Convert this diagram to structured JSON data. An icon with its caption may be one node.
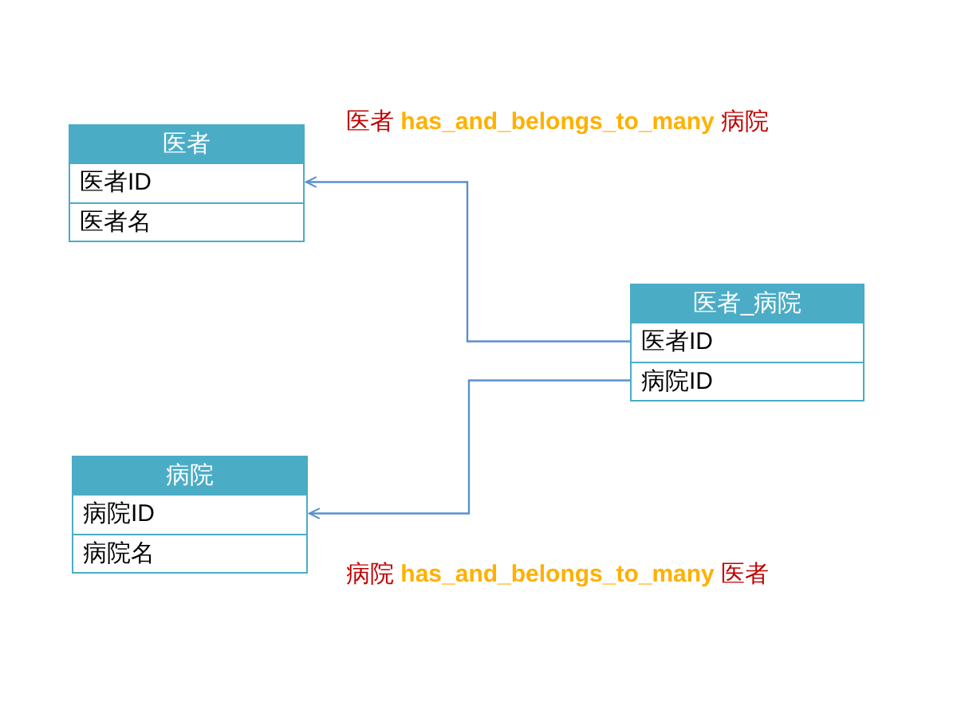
{
  "diagram": {
    "nodes": [
      {
        "text": [
          "医者"
        ]
      },
      {
        "text": [
          "医者ID"
        ],
        "in": 0
      },
      {
        "text": [
          "医者名"
        ],
        "in": 0
      },
      {
        "text": [
          "医者_病院"
        ]
      },
      {
        "text": [
          "医者ID"
        ],
        "in": 3
      },
      {
        "text": [
          "病院ID"
        ],
        "in": 3
      },
      {
        "text": [
          "病院"
        ]
      },
      {
        "text": [
          "病院ID"
        ],
        "in": 6
      },
      {
        "text": [
          "病院名"
        ],
        "in": 6
      }
    ],
    "edges": [
      {
        "from": 4,
        "to": 1,
        "arrow": "to"
      },
      {
        "from": 5,
        "to": 7,
        "arrow": "to"
      }
    ],
    "labels": [
      "医者 has_and_belongs_to_many 病院",
      "病院 has_and_belongs_to_many 医者"
    ]
  }
}
